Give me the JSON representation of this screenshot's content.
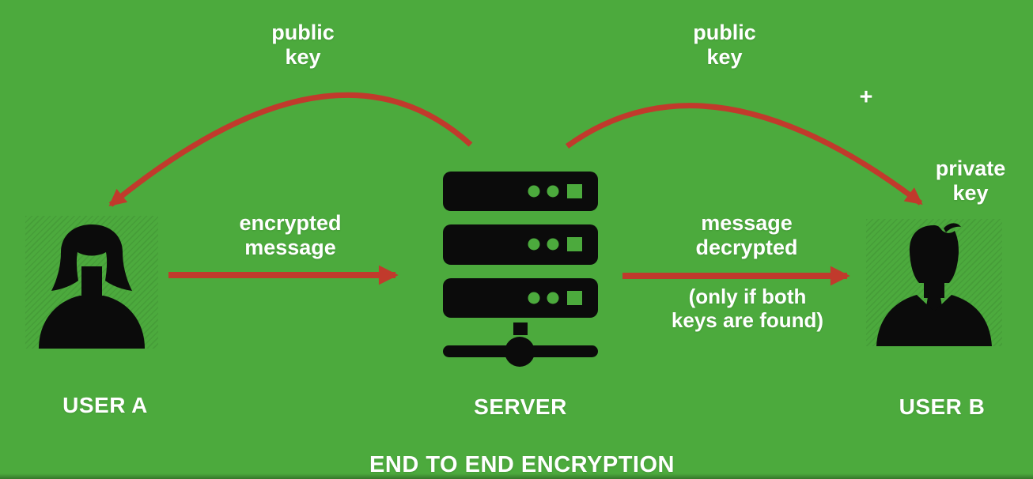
{
  "colors": {
    "background": "#4CAA3D",
    "arrow": "#C13A2C",
    "icon": "#0B0B0B",
    "text": "#FFFFFF"
  },
  "title": "END TO END ENCRYPTION",
  "nodes": {
    "user_a": {
      "label": "USER A",
      "icon": "woman-user-icon"
    },
    "server": {
      "label": "SERVER",
      "icon": "server-stack-icon"
    },
    "user_b": {
      "label": "USER B",
      "icon": "businessman-user-icon"
    }
  },
  "labels": {
    "public_key_left": "public\nkey",
    "public_key_right": "public\nkey",
    "plus": "+",
    "private_key": "private\nkey",
    "encrypted_message": "encrypted\nmessage",
    "message_decrypted": "message\ndecrypted",
    "decrypt_condition": "(only if both\nkeys are found)"
  }
}
